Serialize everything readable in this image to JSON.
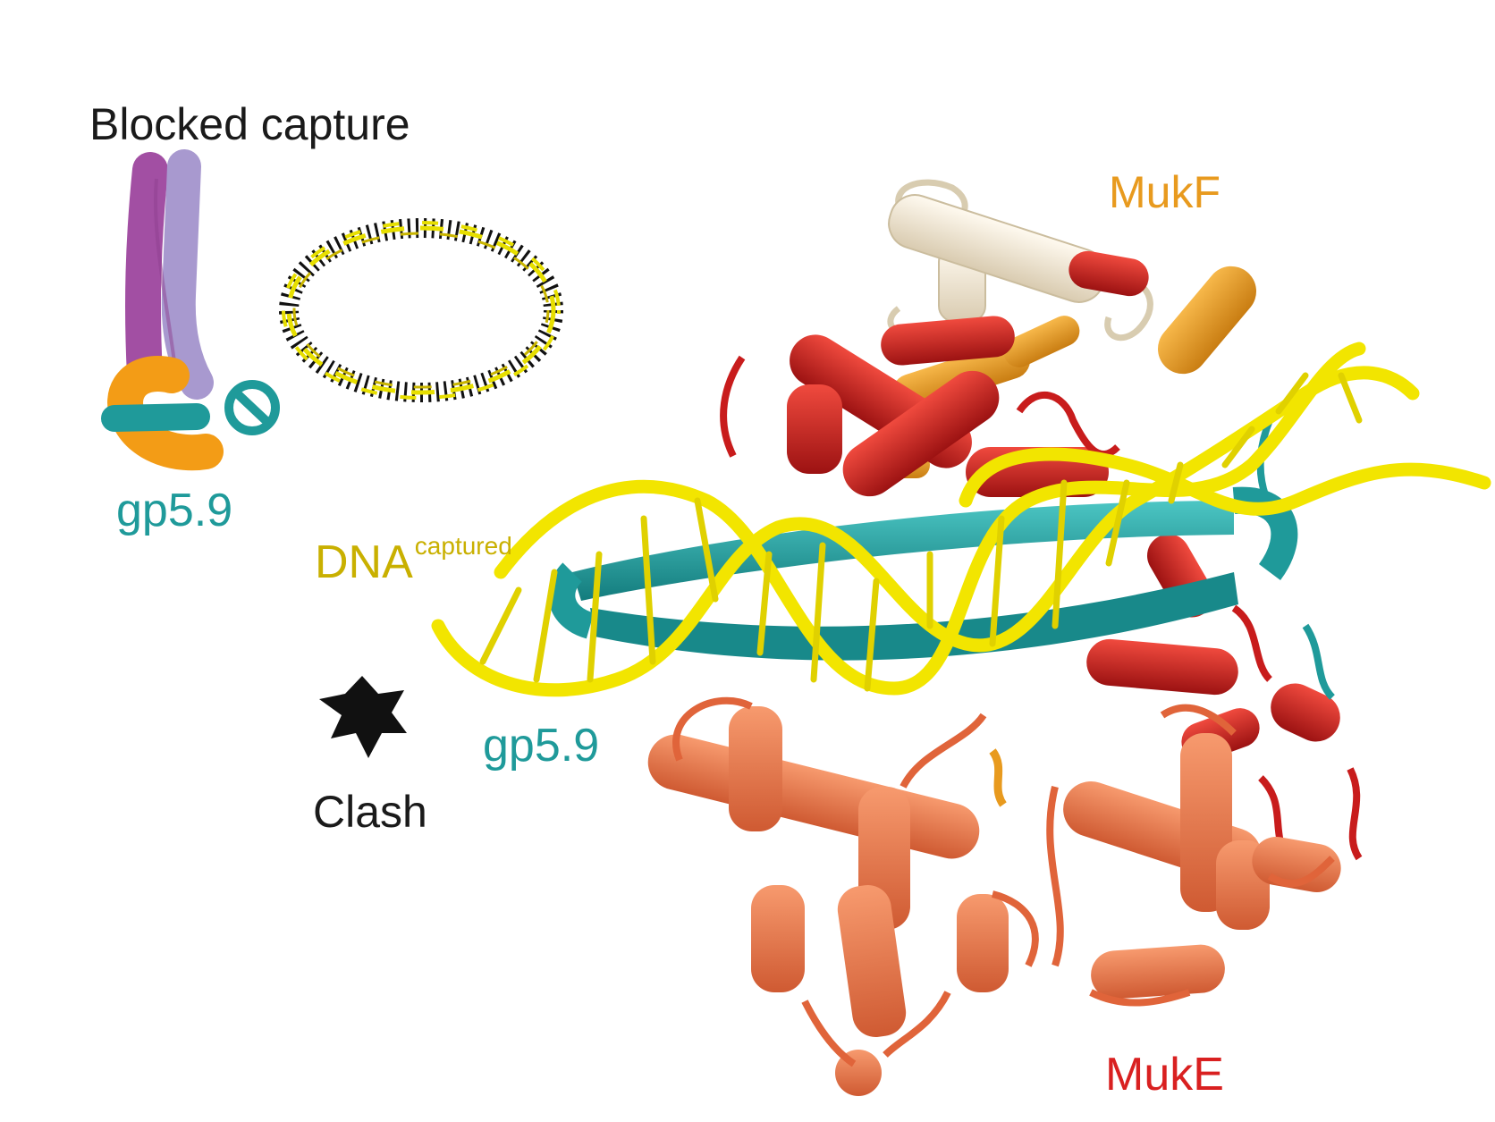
{
  "labels": {
    "title": "Blocked capture",
    "gp_left": "gp5.9",
    "dna": "DNA",
    "dna_sup": "captured",
    "gp_mid": "gp5.9",
    "clash": "Clash",
    "mukf": "MukF",
    "muke": "MukE"
  },
  "icons": {
    "blocked": "prohibition-icon",
    "clash": "starburst-icon"
  },
  "colors": {
    "text": "#1a1a1a",
    "gp59": "#1f9a9a",
    "dna": "#c9b000",
    "dna_strand": "#f2e500",
    "mukf": "#e89a1e",
    "mukf_white": "#f2ead8",
    "muke": "#d92020",
    "muke_coral": "#ec7b4f",
    "muks_magenta": "#a24fa3",
    "muks_lavender": "#a899cf"
  }
}
